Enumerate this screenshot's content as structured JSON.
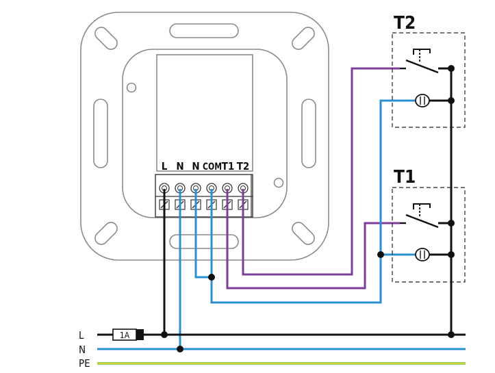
{
  "terminals": {
    "labels": [
      "L",
      "N",
      "N",
      "COM",
      "T1",
      "T2"
    ]
  },
  "switches": {
    "t2_title": "T2",
    "t1_title": "T1"
  },
  "supply": {
    "l_label": "L",
    "n_label": "N",
    "pe_label": "PE",
    "fuse_label": "1A"
  },
  "colors": {
    "frame": "#8a8a8a",
    "live": "#111111",
    "neutral": "#2a8fd0",
    "control": "#7b3d9a",
    "pe_green": "#6dbf3f",
    "pe_yellow": "#e8d82a"
  }
}
